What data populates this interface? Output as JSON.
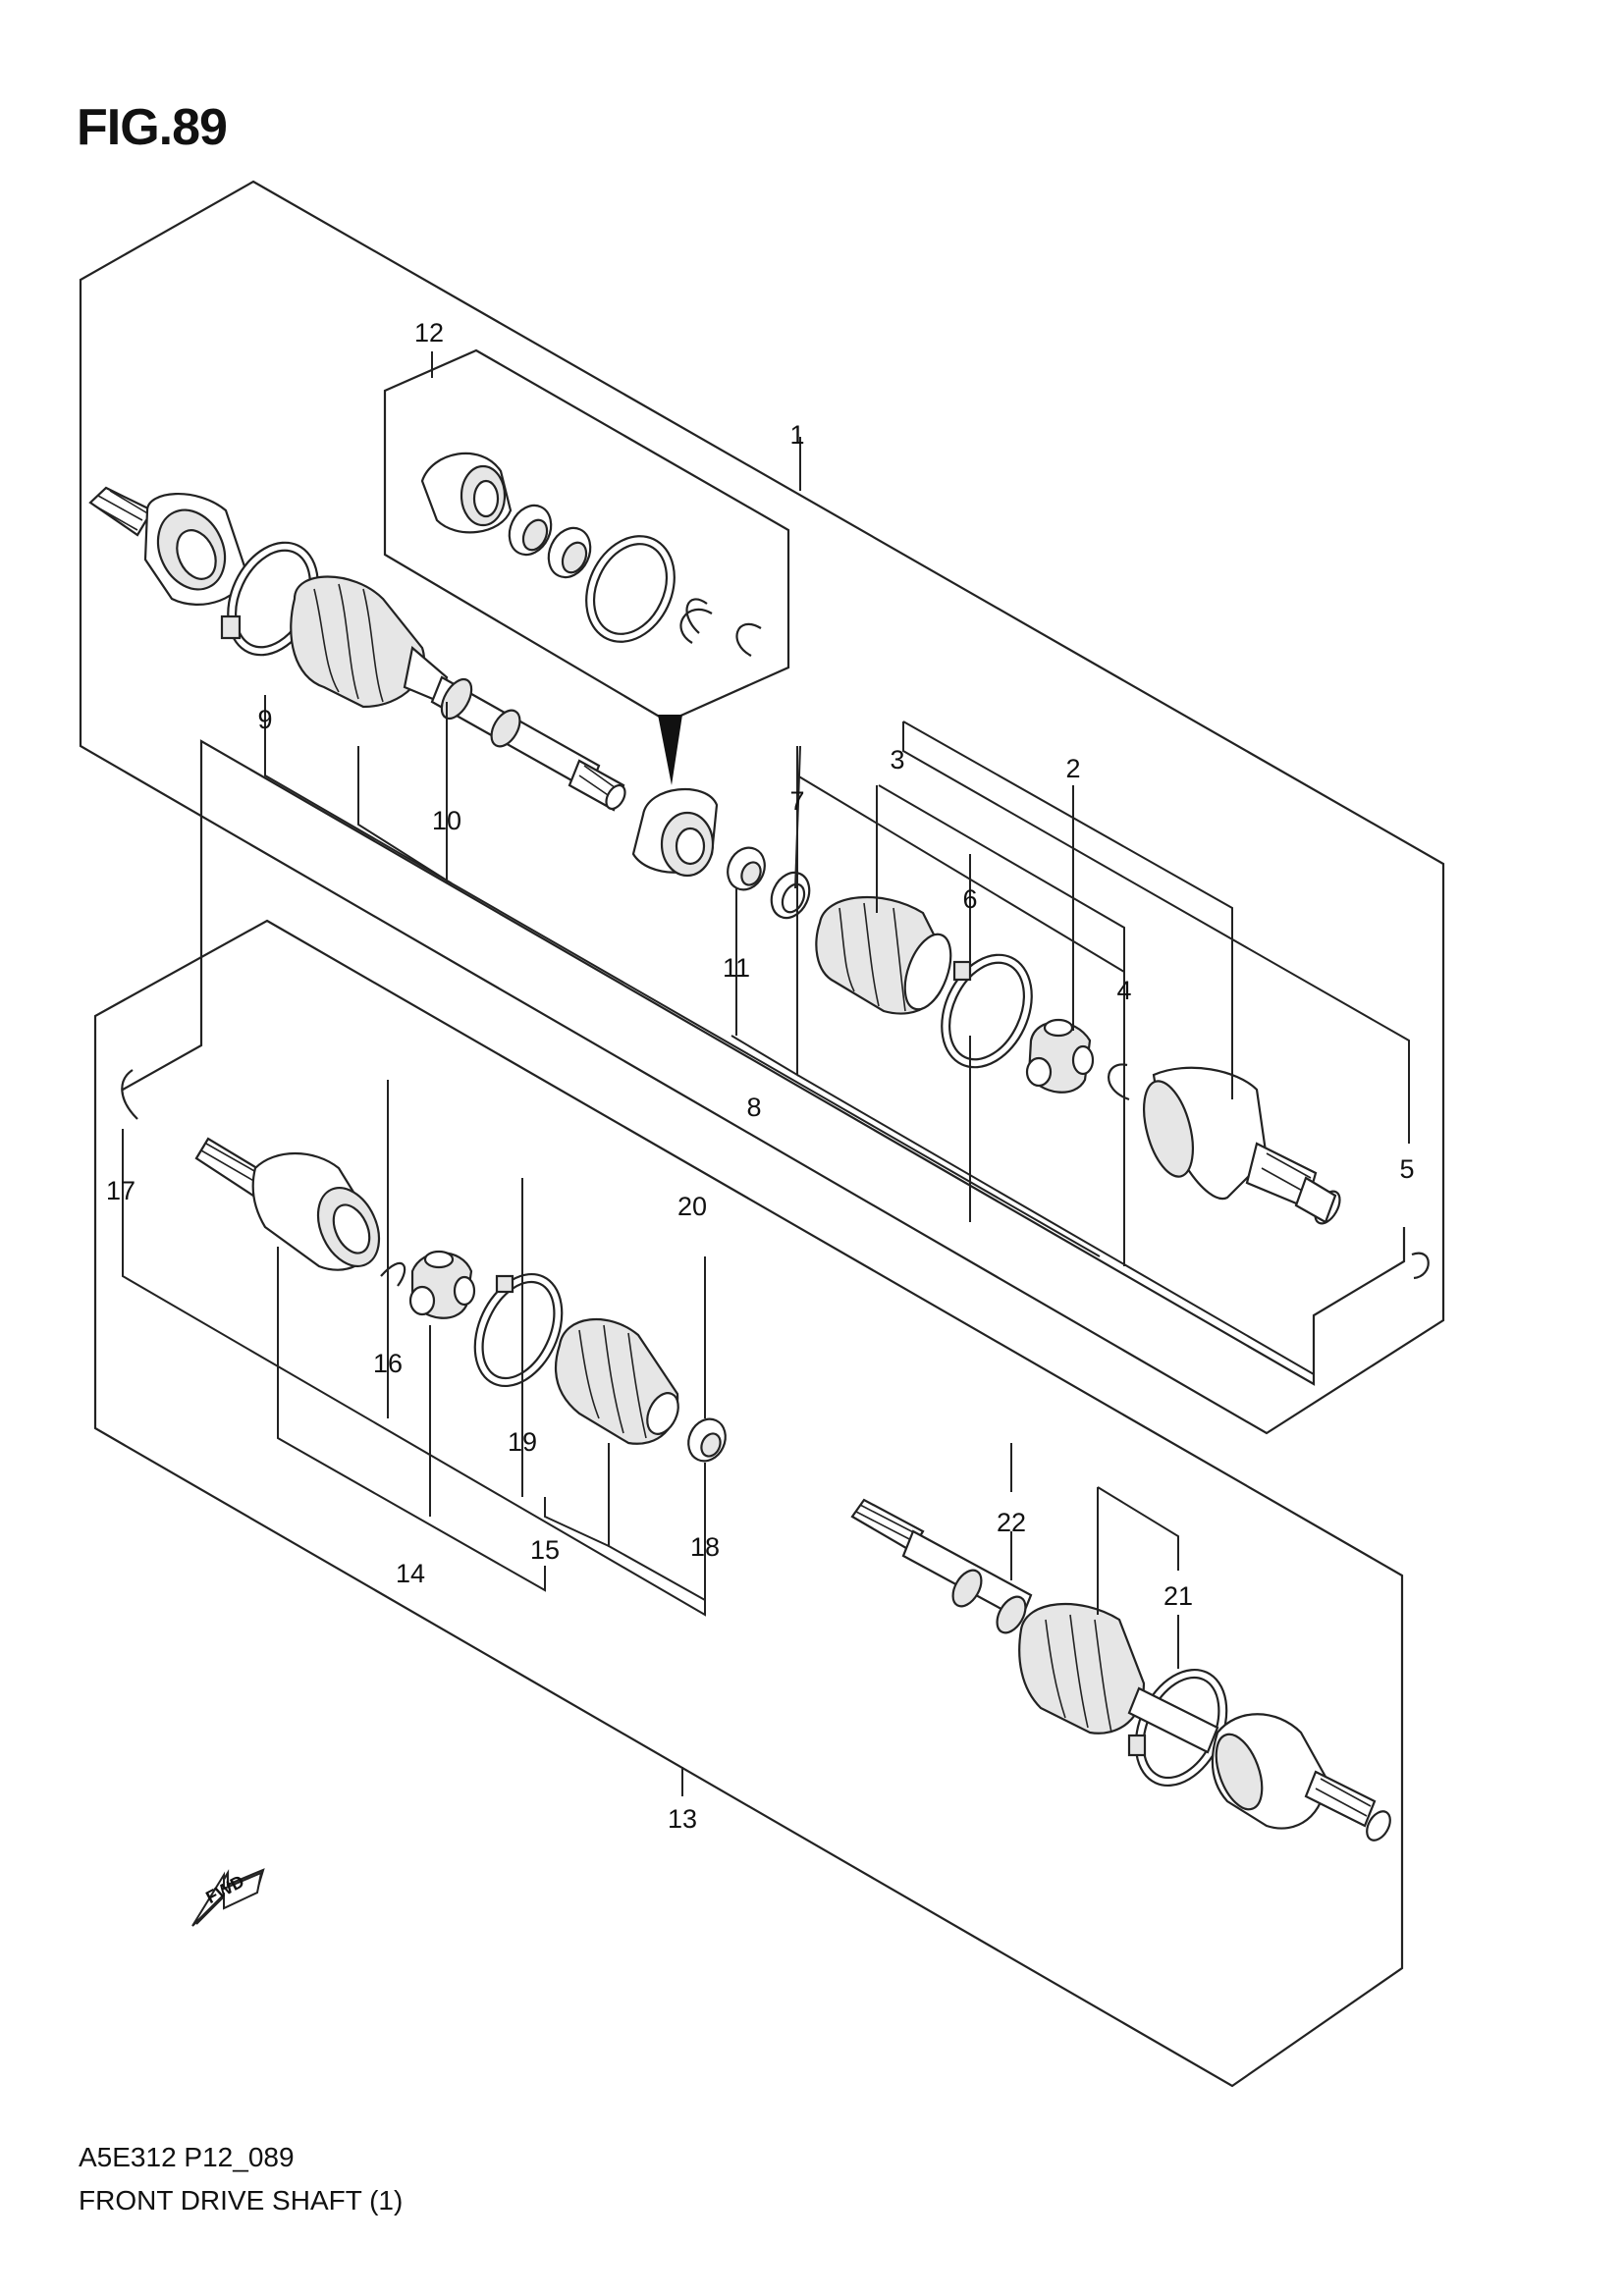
{
  "figure": {
    "title": "FIG.89",
    "code": "A5E312 P12_089",
    "name": "FRONT DRIVE SHAFT (1)",
    "fwd_label": "FWD"
  },
  "callouts": {
    "c1": "1",
    "c2": "2",
    "c3": "3",
    "c4": "4",
    "c5": "5",
    "c6": "6",
    "c7": "7",
    "c8": "8",
    "c9": "9",
    "c10": "10",
    "c11": "11",
    "c12": "12",
    "c13": "13",
    "c14": "14",
    "c15": "15",
    "c16": "16",
    "c17": "17",
    "c18": "18",
    "c19": "19",
    "c20": "20",
    "c21": "21",
    "c22": "22"
  }
}
